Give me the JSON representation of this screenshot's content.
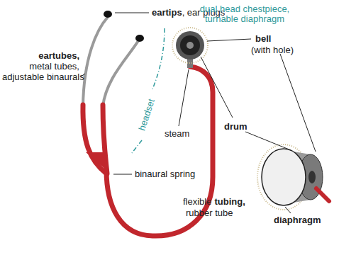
{
  "diagram": {
    "labels": [
      "eartips",
      ", ear plugs",
      "dual head chestpiece, turnable diaphragm",
      "eartubes,",
      "metal tubes,",
      "adjustable binaurals",
      "headset",
      "bell",
      "(with hole)",
      "steam",
      "drum",
      "binaural spring",
      "flexible",
      "tubing,",
      "rubber tube",
      "diaphragm"
    ]
  }
}
